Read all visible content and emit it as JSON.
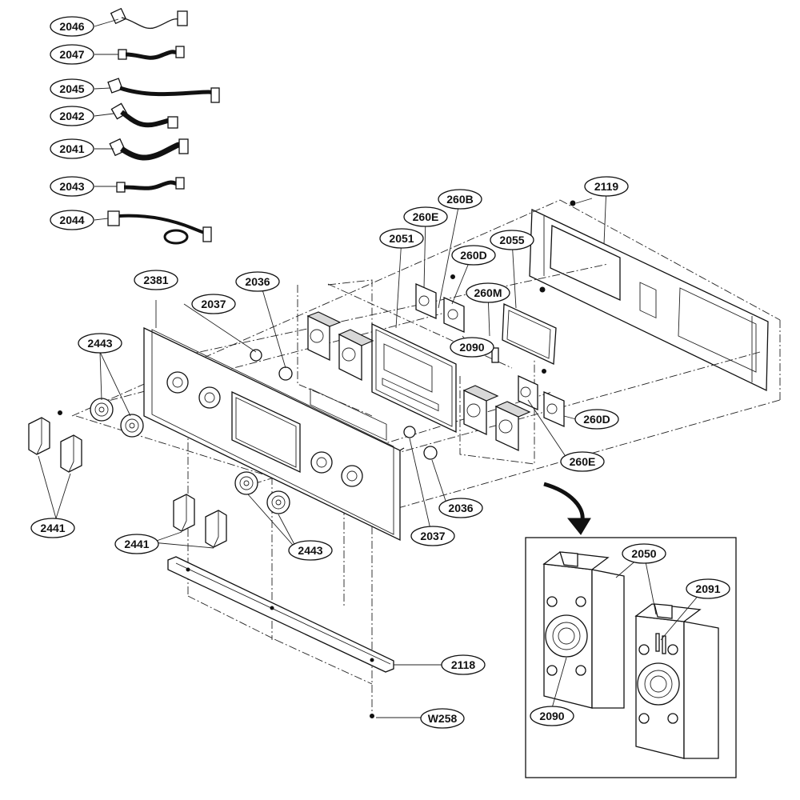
{
  "diagram": {
    "callouts": {
      "c2046": "2046",
      "c2047": "2047",
      "c2045": "2045",
      "c2042": "2042",
      "c2041": "2041",
      "c2043": "2043",
      "c2044": "2044",
      "c2381": "2381",
      "c2036a": "2036",
      "c2037a": "2037",
      "c2443a": "2443",
      "c2441a": "2441",
      "c2441b": "2441",
      "c2443b": "2443",
      "c2051": "2051",
      "c260Ea": "260E",
      "c260B": "260B",
      "c260Da": "260D",
      "c2055": "2055",
      "c2119": "2119",
      "c260M": "260M",
      "c2090a": "2090",
      "c260Db": "260D",
      "c260Eb": "260E",
      "c2036b": "2036",
      "c2037b": "2037",
      "c2118": "2118",
      "cW258": "W258",
      "c2050": "2050",
      "c2091": "2091",
      "c2090b": "2090"
    }
  }
}
